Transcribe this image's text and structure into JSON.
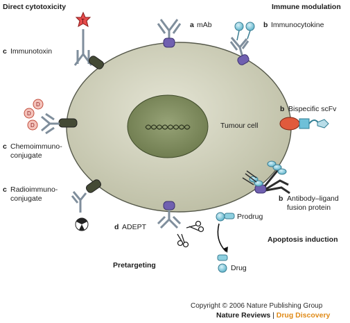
{
  "sections": {
    "direct_cytotoxicity": "Direct cytotoxicity",
    "immune_modulation": "Immune modulation",
    "apoptosis_induction": "Apoptosis induction",
    "pretargeting": "Pretargeting"
  },
  "labels": {
    "mab": {
      "letter": "a",
      "text": "mAb"
    },
    "immunocytokine": {
      "letter": "b",
      "text": "Immunocytokine"
    },
    "immunotoxin": {
      "letter": "c",
      "text": "Immunotoxin"
    },
    "bispecific": {
      "letter": "b",
      "text": "Bispecific scFv"
    },
    "chemo": {
      "letter": "c",
      "line1": "Chemoimmuno-",
      "line2": "conjugate"
    },
    "radio": {
      "letter": "c",
      "line1": "Radioimmuno-",
      "line2": "conjugate"
    },
    "fusion": {
      "letter": "b",
      "line1": "Antibody–ligand",
      "line2": "fusion protein"
    },
    "adept": {
      "letter": "d",
      "text": "ADEPT"
    },
    "prodrug": "Prodrug",
    "drug": "Drug",
    "tumour_cell": "Tumour cell",
    "toxin_glyph": "T",
    "drug_glyph": "D"
  },
  "footer": {
    "copyright": "Copyright © 2006 Nature Publishing Group",
    "journal_left": "Nature Reviews",
    "separator": " | ",
    "journal_right": "Drug Discovery"
  },
  "colors": {
    "cell_fill": "#d5d6c0",
    "nucleus_fill": "#8a9665",
    "receptor_dark": "#444a35",
    "receptor_purple": "#7060b0",
    "antibody": "#7f8e9c",
    "cytokine": "#8fd0e0",
    "toxin": "#e64b4b",
    "bispecific_red": "#e05a3c",
    "journal_accent": "#e08a17"
  }
}
